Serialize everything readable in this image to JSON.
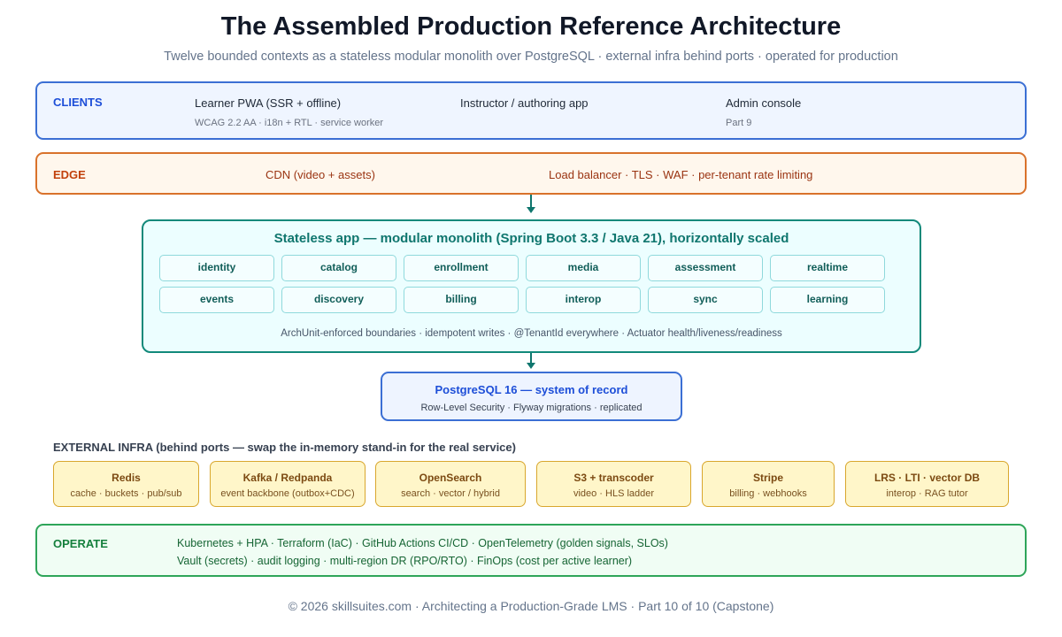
{
  "header": {
    "title": "The Assembled Production Reference Architecture",
    "subtitle": "Twelve bounded contexts as a stateless modular monolith over PostgreSQL · external infra behind ports · operated for production"
  },
  "clients": {
    "label": "CLIENTS",
    "items": [
      {
        "name": "Learner PWA (SSR + offline)",
        "desc": "WCAG 2.2 AA · i18n + RTL · service worker"
      },
      {
        "name": "Instructor / authoring app",
        "desc": ""
      },
      {
        "name": "Admin console",
        "desc": "Part 9"
      }
    ]
  },
  "edge": {
    "label": "EDGE",
    "items": [
      "CDN (video + assets)",
      "Load balancer · TLS · WAF · per-tenant rate limiting"
    ]
  },
  "app": {
    "title": "Stateless app — modular monolith (Spring Boot 3.3 / Java 21), horizontally scaled",
    "modules": [
      "identity",
      "catalog",
      "enrollment",
      "media",
      "assessment",
      "realtime",
      "events",
      "discovery",
      "billing",
      "interop",
      "sync",
      "learning"
    ],
    "footer": "ArchUnit-enforced boundaries · idempotent writes · @TenantId everywhere · Actuator health/liveness/readiness"
  },
  "database": {
    "title": "PostgreSQL 16 — system of record",
    "desc": "Row-Level Security · Flyway migrations · replicated"
  },
  "external": {
    "heading": "EXTERNAL INFRA (behind ports — swap the in-memory stand-in for the real service)",
    "items": [
      {
        "name": "Redis",
        "desc": "cache · buckets · pub/sub"
      },
      {
        "name": "Kafka / Redpanda",
        "desc": "event backbone (outbox+CDC)"
      },
      {
        "name": "OpenSearch",
        "desc": "search · vector / hybrid"
      },
      {
        "name": "S3 + transcoder",
        "desc": "video · HLS ladder"
      },
      {
        "name": "Stripe",
        "desc": "billing · webhooks"
      },
      {
        "name": "LRS · LTI · vector DB",
        "desc": "interop · RAG tutor"
      }
    ]
  },
  "operate": {
    "label": "OPERATE",
    "lines": [
      "Kubernetes + HPA · Terraform (IaC) · GitHub Actions CI/CD · OpenTelemetry (golden signals, SLOs)",
      "Vault (secrets) · audit logging · multi-region DR (RPO/RTO) · FinOps (cost per active learner)"
    ]
  },
  "footer": {
    "text": "© 2026 skillsuites.com · Architecting a Production-Grade LMS · Part 10 of 10 (Capstone)"
  }
}
